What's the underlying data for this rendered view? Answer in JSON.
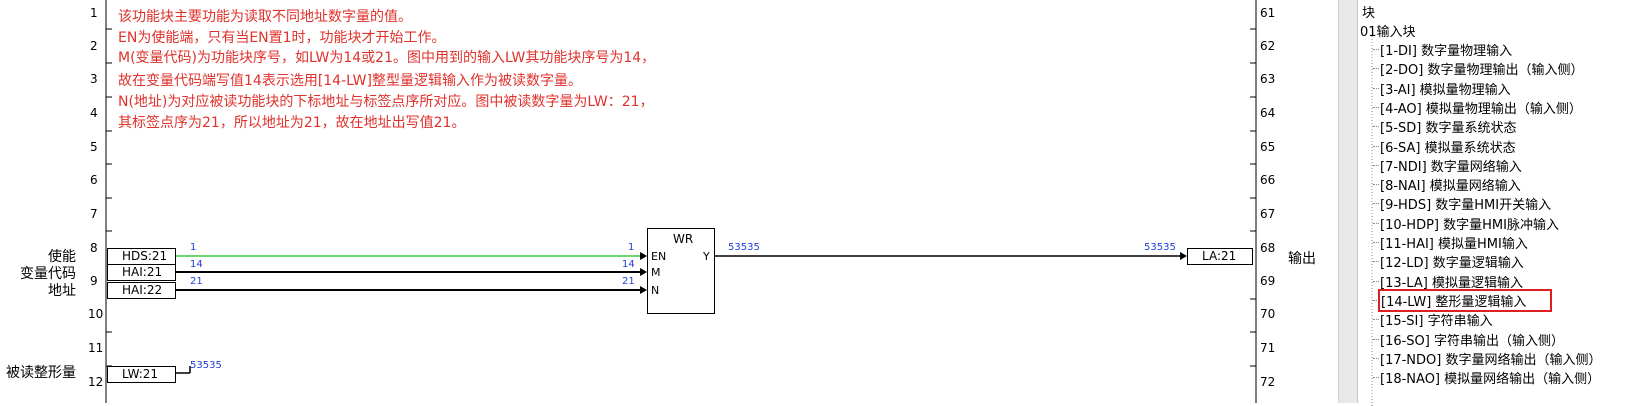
{
  "rungs": {
    "left": [
      "1",
      "2",
      "3",
      "4",
      "5",
      "6",
      "7",
      "8",
      "9",
      "10",
      "11",
      "12"
    ],
    "right": [
      "61",
      "62",
      "63",
      "64",
      "65",
      "66",
      "67",
      "68",
      "69",
      "70",
      "71",
      "72"
    ]
  },
  "notes": [
    "该功能块主要功能为读取不同地址数字量的值。",
    "EN为使能端，只有当EN置1时，功能块才开始工作。",
    "M(变量代码)为功能块序号，如LW为14或21。图中用到的输入LW其功能块序号为14，",
    "故在变量代码端写值14表示选用[14-LW]整型量逻辑输入作为被读数字量。",
    "N(地址)为对应被读功能块的下标地址与标签点序所对应。图中被读数字量为LW：21，",
    "其标签点序为21，所以地址为21，故在地址出写值21。"
  ],
  "labels": {
    "enable": "使能",
    "var_code": "变量代码",
    "address": "地址",
    "read_digital": "被读整形量",
    "output": "输出"
  },
  "inputs": [
    {
      "name": "HDS:21",
      "value": "1",
      "pin_value": "1"
    },
    {
      "name": "HAI:21",
      "value": "14",
      "pin_value": "14"
    },
    {
      "name": "HAI:22",
      "value": "21",
      "pin_value": "21"
    }
  ],
  "function_block": {
    "title": "WR",
    "pins_in": [
      "EN",
      "M",
      "N"
    ],
    "pin_out": "Y",
    "out_value": "53535"
  },
  "output_tag": {
    "name": "LA:21",
    "value": "53535"
  },
  "read_tag": {
    "name": "LW:21",
    "value": "53535"
  },
  "tree": {
    "header": "块",
    "group": "01输入块",
    "items": [
      "[1-DI] 数字量物理输入",
      "[2-DO] 数字量物理输出（输入侧）",
      "[3-AI] 模拟量物理输入",
      "[4-AO] 模拟量物理输出（输入侧）",
      "[5-SD] 数字量系统状态",
      "[6-SA] 模拟量系统状态",
      "[7-NDI] 数字量网络输入",
      "[8-NAI] 模拟量网络输入",
      "[9-HDS] 数字量HMI开关输入",
      "[10-HDP] 数字量HMI脉冲输入",
      "[11-HAI] 模拟量HMI输入",
      "[12-LD] 数字量逻辑输入",
      "[13-LA] 模拟量逻辑输入",
      "[14-LW] 整形量逻辑输入",
      "[15-SI] 字符串输入",
      "[16-SO] 字符串输出（输入侧）",
      "[17-NDO] 数字量网络输出（输入侧）",
      "[18-NAO] 模拟量网络输出（输入侧）"
    ],
    "selected_index": 13,
    "highlight_color": "#e02020"
  },
  "colors": {
    "wire_enable": "#3cc83c",
    "note_text": "#e0312b",
    "value_text": "#1f3fd8"
  }
}
